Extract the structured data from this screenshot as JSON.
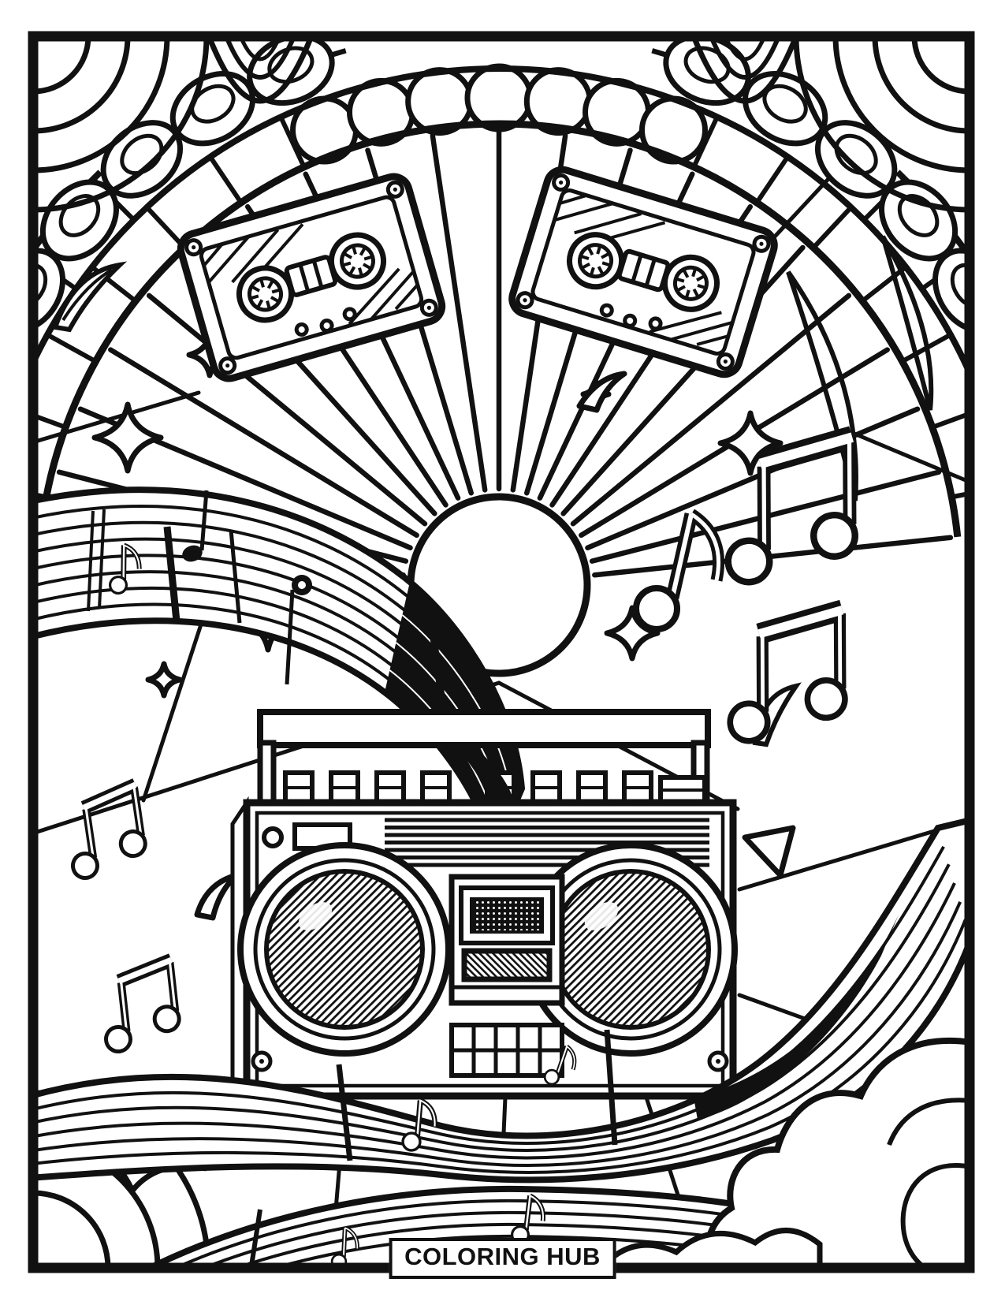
{
  "page": {
    "title": "Retro music coloring page",
    "background_color": "#ffffff",
    "line_color": "#111111"
  },
  "footer": {
    "brand_label": "COLORING HUB"
  },
  "scene": {
    "description": "Black-and-white line-art coloring page: a boombox with two speakers and cassette deck, two cassette tapes, a sunburst with rays, music staff ribbons, musical notes, sparkles, loop garlands, corner drapes and clouds inside a rectangular frame",
    "elements": [
      "frame-border",
      "sunburst",
      "cassette-tape-left",
      "cassette-tape-right",
      "boombox",
      "music-staff-ribbon",
      "bottom-staff-bands",
      "music-notes",
      "sparkles",
      "loop-garland",
      "corner-drapes",
      "scallop-band",
      "clouds",
      "brand-badge"
    ]
  }
}
